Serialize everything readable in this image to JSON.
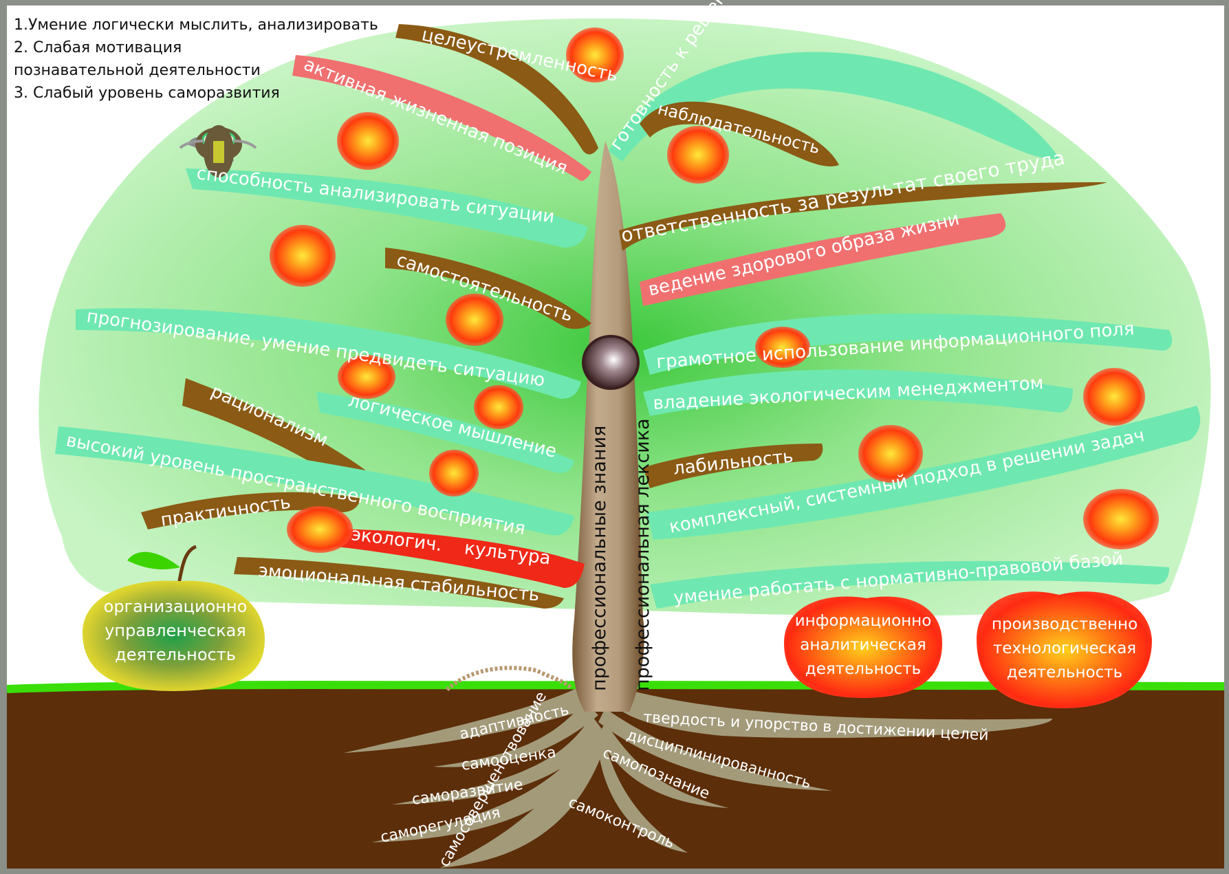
{
  "notes": [
    "1.Умение логически мыслить, анализировать",
    "2. Слабая мотивация",
    "познавательной деятельности",
    "3. Слабый уровень саморазвития"
  ],
  "trunk": {
    "left_label": "профессиональные знания",
    "right_label": "профессиональная лексика"
  },
  "branches": {
    "tselestremlennost": "целеустремленность",
    "aktivnaya": "активная жизненная позиция",
    "gotovnost": "готовность к решению природоохранных проблем",
    "nablyud": "наблюдательность",
    "sposobnost": "способность анализировать ситуации",
    "otvetstv": "ответственность за результат своего труда",
    "zozh": "ведение здорового образа жизни",
    "samostoyat": "самостоятельность",
    "prognoz": "прогнозирование, умение предвидеть ситуацию",
    "gramotnoe": "грамотное использование информационного поля",
    "vladenie": "владение экологическим менеджментом",
    "racionalizm": "рационализм",
    "logich": "логическое мышление",
    "vysokiy": "высокий уровень пространственного восприятия",
    "labilnost": "лабильность",
    "praktichnost": "практичность",
    "kompleks": "комплексный, системный подход в решении задач",
    "ekolog": "экологич.    культура",
    "emocion": "эмоциональная стабильность",
    "umenie": "умение работать с нормативно-правовой базой"
  },
  "roots": {
    "adaptivnost": "адаптивность",
    "tverdost": "твердость и упорство в достижении целей",
    "samoocenka": "самооценка",
    "disciplin": "дисциплинированность",
    "samorazvitie": "саморазвитие",
    "samopoznanie": "самопознание",
    "samoregulyaciya": "саморегуляция",
    "samosover": "самосовершенствование",
    "samokontrol": "самоконтроль"
  },
  "fruits": {
    "green_apple": [
      "организационно",
      "управленческая",
      "деятельность"
    ],
    "left_red": [
      "информационно",
      "аналитическая",
      "деятельность"
    ],
    "right_red": [
      "производственно",
      "технологическая",
      "деятельность"
    ]
  },
  "colors": {
    "crown": "#b5f0b0",
    "crown_inner": "#5fd35a",
    "branch_brown": "#8b5a14",
    "branch_mint": "#6ee8b0",
    "branch_pink": "#f07070",
    "branch_red": "#f02818",
    "soil": "#5c2e0a",
    "grass": "#3adf0a",
    "root": "#a39a7a",
    "fruit_red": "#ff3010",
    "fruit_yellow": "#ffe020"
  }
}
